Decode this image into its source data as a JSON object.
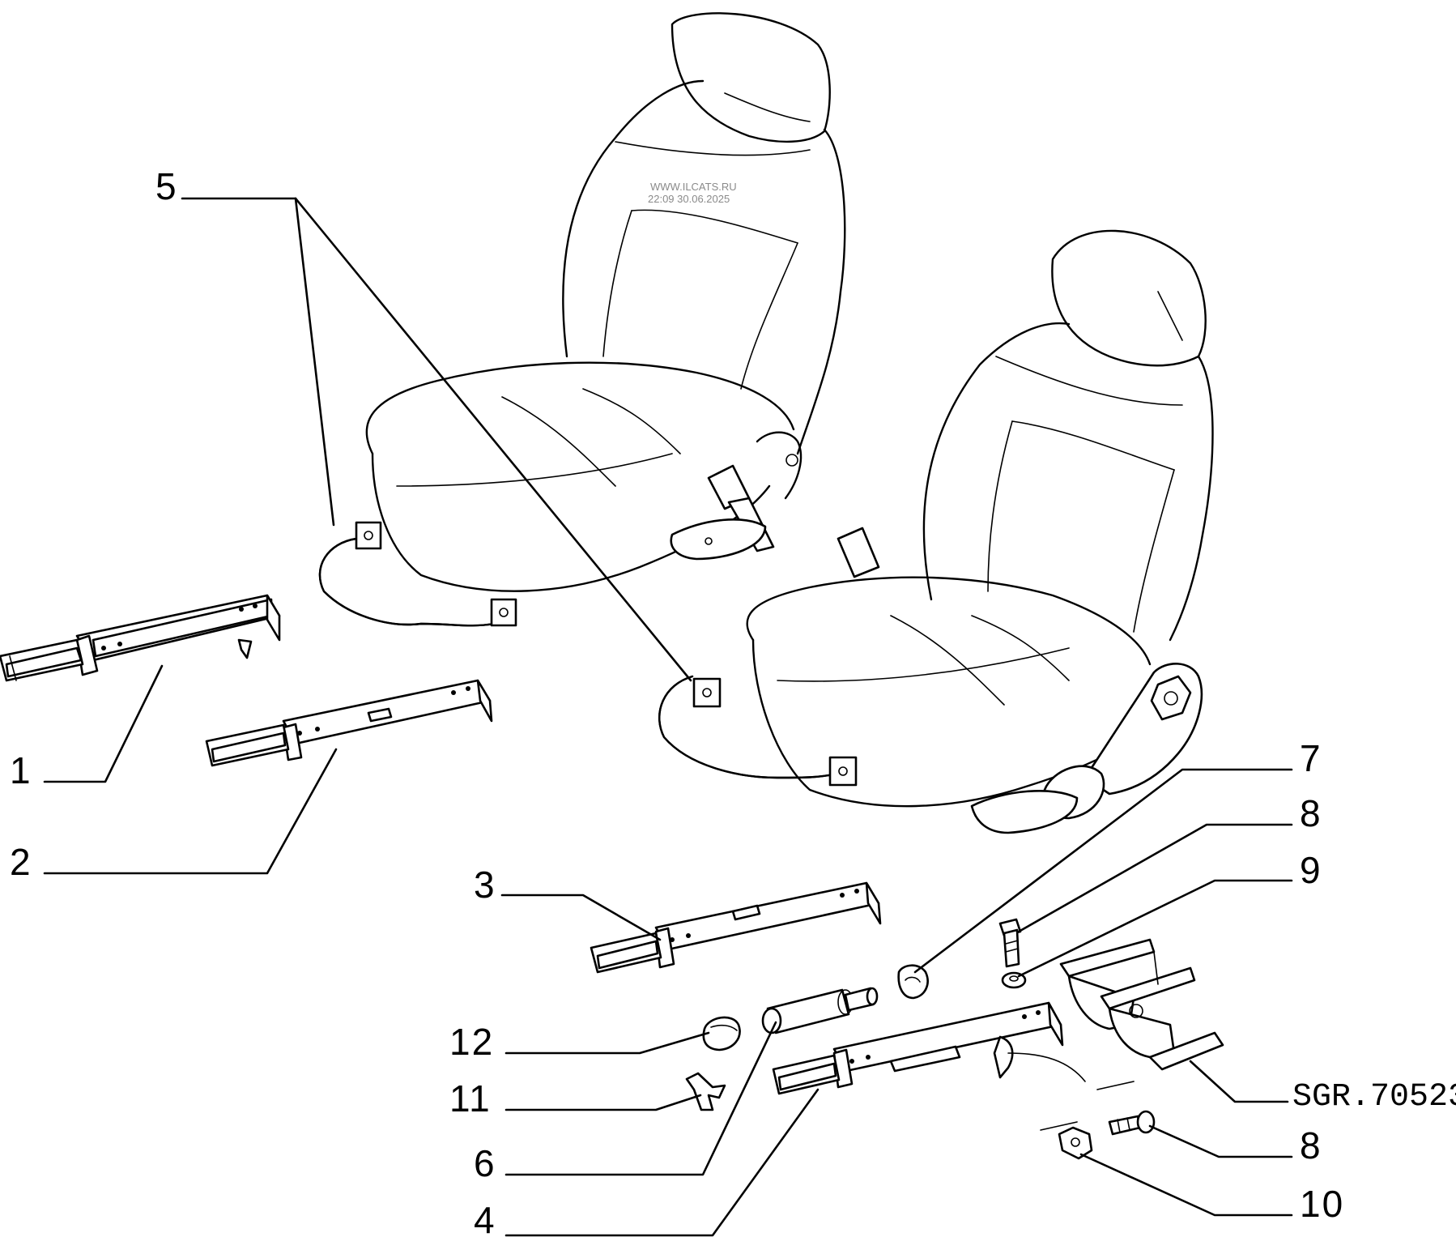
{
  "watermark": {
    "site": "WWW.ILCATS.RU",
    "stamp": "22:09 30.06.2025"
  },
  "reference_code": "SGR.70523",
  "callouts": {
    "c1": "1",
    "c2": "2",
    "c3": "3",
    "c4": "4",
    "c5": "5",
    "c6": "6",
    "c7": "7",
    "c8a": "8",
    "c8b": "8",
    "c9": "9",
    "c10": "10",
    "c11": "11",
    "c12": "12"
  }
}
